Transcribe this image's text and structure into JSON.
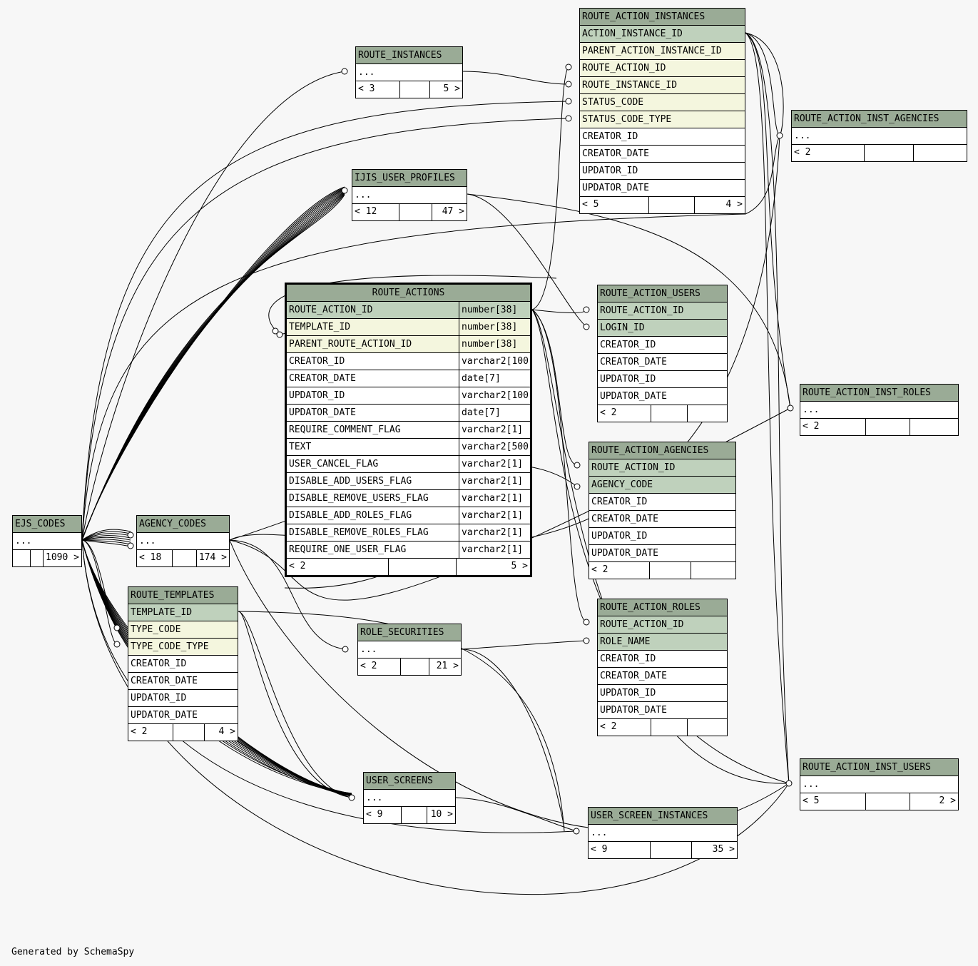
{
  "tables": [
    {
      "key": "route_action_instances",
      "title": "ROUTE_ACTION_INSTANCES",
      "columns": [
        {
          "name": "ACTION_INSTANCE_ID",
          "kind": "pk"
        },
        {
          "name": "PARENT_ACTION_INSTANCE_ID",
          "kind": "fk"
        },
        {
          "name": "ROUTE_ACTION_ID",
          "kind": "fk"
        },
        {
          "name": "ROUTE_INSTANCE_ID",
          "kind": "fk"
        },
        {
          "name": "STATUS_CODE",
          "kind": "fk"
        },
        {
          "name": "STATUS_CODE_TYPE",
          "kind": "fk"
        },
        {
          "name": "CREATOR_ID",
          "kind": ""
        },
        {
          "name": "CREATOR_DATE",
          "kind": ""
        },
        {
          "name": "UPDATOR_ID",
          "kind": ""
        },
        {
          "name": "UPDATOR_DATE",
          "kind": ""
        }
      ],
      "footer": {
        "left": "< 5",
        "mid": "",
        "right": "4 >"
      }
    },
    {
      "key": "route_instances",
      "title": "ROUTE_INSTANCES",
      "columns": [
        {
          "name": "...",
          "kind": ""
        }
      ],
      "footer": {
        "left": "< 3",
        "mid": "",
        "right": "5 >"
      }
    },
    {
      "key": "route_action_inst_agencies",
      "title": "ROUTE_ACTION_INST_AGENCIES",
      "columns": [
        {
          "name": "...",
          "kind": ""
        }
      ],
      "footer": {
        "left": "< 2",
        "mid": "",
        "right": ""
      }
    },
    {
      "key": "ijis_user_profiles",
      "title": "IJIS_USER_PROFILES",
      "columns": [
        {
          "name": "...",
          "kind": ""
        }
      ],
      "footer": {
        "left": "< 12",
        "mid": "",
        "right": "47 >"
      }
    },
    {
      "key": "route_actions",
      "title": "ROUTE_ACTIONS",
      "columns": [
        {
          "name": "ROUTE_ACTION_ID",
          "type": "number[38]",
          "kind": "pk"
        },
        {
          "name": "TEMPLATE_ID",
          "type": "number[38]",
          "kind": "fk"
        },
        {
          "name": "PARENT_ROUTE_ACTION_ID",
          "type": "number[38]",
          "kind": "fk"
        },
        {
          "name": "CREATOR_ID",
          "type": "varchar2[100]",
          "kind": ""
        },
        {
          "name": "CREATOR_DATE",
          "type": "date[7]",
          "kind": ""
        },
        {
          "name": "UPDATOR_ID",
          "type": "varchar2[100]",
          "kind": ""
        },
        {
          "name": "UPDATOR_DATE",
          "type": "date[7]",
          "kind": ""
        },
        {
          "name": "REQUIRE_COMMENT_FLAG",
          "type": "varchar2[1]",
          "kind": ""
        },
        {
          "name": "TEXT",
          "type": "varchar2[500]",
          "kind": ""
        },
        {
          "name": "USER_CANCEL_FLAG",
          "type": "varchar2[1]",
          "kind": ""
        },
        {
          "name": "DISABLE_ADD_USERS_FLAG",
          "type": "varchar2[1]",
          "kind": ""
        },
        {
          "name": "DISABLE_REMOVE_USERS_FLAG",
          "type": "varchar2[1]",
          "kind": ""
        },
        {
          "name": "DISABLE_ADD_ROLES_FLAG",
          "type": "varchar2[1]",
          "kind": ""
        },
        {
          "name": "DISABLE_REMOVE_ROLES_FLAG",
          "type": "varchar2[1]",
          "kind": ""
        },
        {
          "name": "REQUIRE_ONE_USER_FLAG",
          "type": "varchar2[1]",
          "kind": ""
        }
      ],
      "footer": {
        "left": "< 2",
        "mid": "",
        "right": "5 >"
      }
    },
    {
      "key": "route_action_users",
      "title": "ROUTE_ACTION_USERS",
      "columns": [
        {
          "name": "ROUTE_ACTION_ID",
          "kind": "pk"
        },
        {
          "name": "LOGIN_ID",
          "kind": "pk"
        },
        {
          "name": "CREATOR_ID",
          "kind": ""
        },
        {
          "name": "CREATOR_DATE",
          "kind": ""
        },
        {
          "name": "UPDATOR_ID",
          "kind": ""
        },
        {
          "name": "UPDATOR_DATE",
          "kind": ""
        }
      ],
      "footer": {
        "left": "< 2",
        "mid": "",
        "right": ""
      }
    },
    {
      "key": "route_action_inst_roles",
      "title": "ROUTE_ACTION_INST_ROLES",
      "columns": [
        {
          "name": "...",
          "kind": ""
        }
      ],
      "footer": {
        "left": "< 2",
        "mid": "",
        "right": ""
      }
    },
    {
      "key": "route_action_agencies",
      "title": "ROUTE_ACTION_AGENCIES",
      "columns": [
        {
          "name": "ROUTE_ACTION_ID",
          "kind": "pk"
        },
        {
          "name": "AGENCY_CODE",
          "kind": "pk"
        },
        {
          "name": "CREATOR_ID",
          "kind": ""
        },
        {
          "name": "CREATOR_DATE",
          "kind": ""
        },
        {
          "name": "UPDATOR_ID",
          "kind": ""
        },
        {
          "name": "UPDATOR_DATE",
          "kind": ""
        }
      ],
      "footer": {
        "left": "< 2",
        "mid": "",
        "right": ""
      }
    },
    {
      "key": "ejs_codes",
      "title": "EJS_CODES",
      "columns": [
        {
          "name": "...",
          "kind": ""
        }
      ],
      "footer": {
        "left": "",
        "mid": "",
        "right": "1090 >"
      }
    },
    {
      "key": "agency_codes",
      "title": "AGENCY_CODES",
      "columns": [
        {
          "name": "...",
          "kind": ""
        }
      ],
      "footer": {
        "left": "< 18",
        "mid": "",
        "right": "174 >"
      }
    },
    {
      "key": "route_templates",
      "title": "ROUTE_TEMPLATES",
      "columns": [
        {
          "name": "TEMPLATE_ID",
          "kind": "pk"
        },
        {
          "name": "TYPE_CODE",
          "kind": "fk"
        },
        {
          "name": "TYPE_CODE_TYPE",
          "kind": "fk"
        },
        {
          "name": "CREATOR_ID",
          "kind": ""
        },
        {
          "name": "CREATOR_DATE",
          "kind": ""
        },
        {
          "name": "UPDATOR_ID",
          "kind": ""
        },
        {
          "name": "UPDATOR_DATE",
          "kind": ""
        }
      ],
      "footer": {
        "left": "< 2",
        "mid": "",
        "right": "4 >"
      }
    },
    {
      "key": "route_action_roles",
      "title": "ROUTE_ACTION_ROLES",
      "columns": [
        {
          "name": "ROUTE_ACTION_ID",
          "kind": "pk"
        },
        {
          "name": "ROLE_NAME",
          "kind": "pk"
        },
        {
          "name": "CREATOR_ID",
          "kind": ""
        },
        {
          "name": "CREATOR_DATE",
          "kind": ""
        },
        {
          "name": "UPDATOR_ID",
          "kind": ""
        },
        {
          "name": "UPDATOR_DATE",
          "kind": ""
        }
      ],
      "footer": {
        "left": "< 2",
        "mid": "",
        "right": ""
      }
    },
    {
      "key": "role_securities",
      "title": "ROLE_SECURITIES",
      "columns": [
        {
          "name": "...",
          "kind": ""
        }
      ],
      "footer": {
        "left": "< 2",
        "mid": "",
        "right": "21 >"
      }
    },
    {
      "key": "route_action_inst_users",
      "title": "ROUTE_ACTION_INST_USERS",
      "columns": [
        {
          "name": "...",
          "kind": ""
        }
      ],
      "footer": {
        "left": "< 5",
        "mid": "",
        "right": "2 >"
      }
    },
    {
      "key": "user_screens",
      "title": "USER_SCREENS",
      "columns": [
        {
          "name": "...",
          "kind": ""
        }
      ],
      "footer": {
        "left": "< 9",
        "mid": "",
        "right": "10 >"
      }
    },
    {
      "key": "user_screen_instances",
      "title": "USER_SCREEN_INSTANCES",
      "columns": [
        {
          "name": "...",
          "kind": ""
        }
      ],
      "footer": {
        "left": "< 9",
        "mid": "",
        "right": "35 >"
      }
    }
  ],
  "footer_text": "Generated by SchemaSpy",
  "colors": {
    "header": "#9aab96",
    "primary_key": "#bfd1bc",
    "foreign_key": "#f4f6de",
    "background": "#f7f7f7"
  }
}
